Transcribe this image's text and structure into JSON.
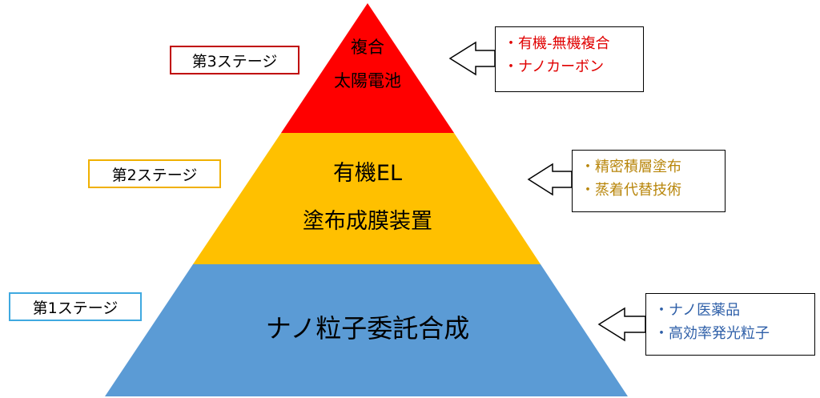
{
  "colors": {
    "stage3": "#ff0000",
    "stage2": "#ffc000",
    "stage1": "#5b9bd5",
    "stage3_text": "#e00000",
    "stage2_text": "#b8860b",
    "stage1_text": "#2e5fa8",
    "stage3_border": "#c00000",
    "stage2_border": "#f0b000",
    "stage1_border": "#3fa9e0"
  },
  "stages": [
    {
      "label": "第3ステージ",
      "title_lines": [
        "複合",
        "太陽電池"
      ],
      "features": [
        "・有機-無機複合",
        "・ナノカーボン"
      ]
    },
    {
      "label": "第2ステージ",
      "title_lines": [
        "有機EL",
        "塗布成膜装置"
      ],
      "features": [
        "・精密積層塗布",
        "・蒸着代替技術"
      ]
    },
    {
      "label": "第1ステージ",
      "title_lines": [
        "ナノ粒子委託合成"
      ],
      "features": [
        "・ナノ医薬品",
        "・高効率発光粒子"
      ]
    }
  ]
}
